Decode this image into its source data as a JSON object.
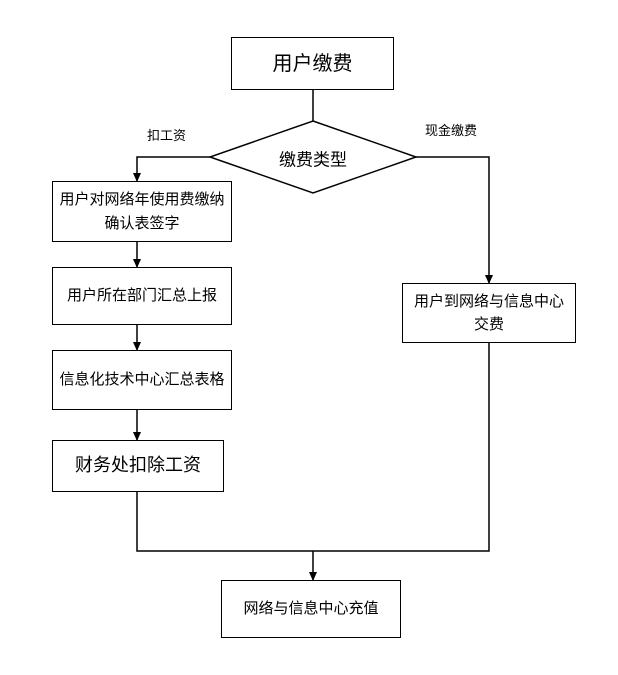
{
  "flowchart": {
    "start": "用户缴费",
    "decision": "缴费类型",
    "branch_left_label": "扣工资",
    "branch_right_label": "现金缴费",
    "left_steps": [
      "用户对网络年使用费缴纳确认表签字",
      "用户所在部门汇总上报",
      "信息化技术中心汇总表格",
      "财务处扣除工资"
    ],
    "right_step": "用户到网络与信息中心交费",
    "end": "网络与信息中心充值"
  }
}
